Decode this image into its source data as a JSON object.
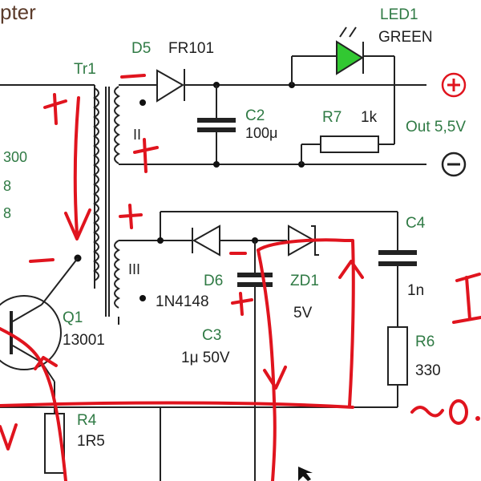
{
  "title_fragment": "pter",
  "left_values": [
    "300",
    "8",
    "8"
  ],
  "transformer": {
    "ref": "Tr1",
    "winding_2": "II",
    "winding_3": "III"
  },
  "d5": {
    "ref": "D5",
    "part": "FR101"
  },
  "led1": {
    "ref": "LED1",
    "color_label": "GREEN",
    "fill": "#32c832"
  },
  "c2": {
    "ref": "C2",
    "value": "100μ"
  },
  "r7": {
    "ref": "R7",
    "value": "1k"
  },
  "output": {
    "label": "Out 5,5V",
    "plus_color": "#e0141e"
  },
  "d6": {
    "ref": "D6",
    "part": "1N4148"
  },
  "zd1": {
    "ref": "ZD1",
    "value": "5V"
  },
  "c3": {
    "ref": "C3",
    "value": "1μ 50V"
  },
  "c4": {
    "ref": "C4",
    "value": "1n"
  },
  "r6": {
    "ref": "R6",
    "value": "330"
  },
  "q1": {
    "ref": "Q1",
    "part": "13001"
  },
  "r4": {
    "ref": "R4",
    "value": "1R5"
  },
  "annotations": {
    "marks": [
      "+",
      "−",
      "I",
      "~0."
    ],
    "color": "#e0141e"
  }
}
